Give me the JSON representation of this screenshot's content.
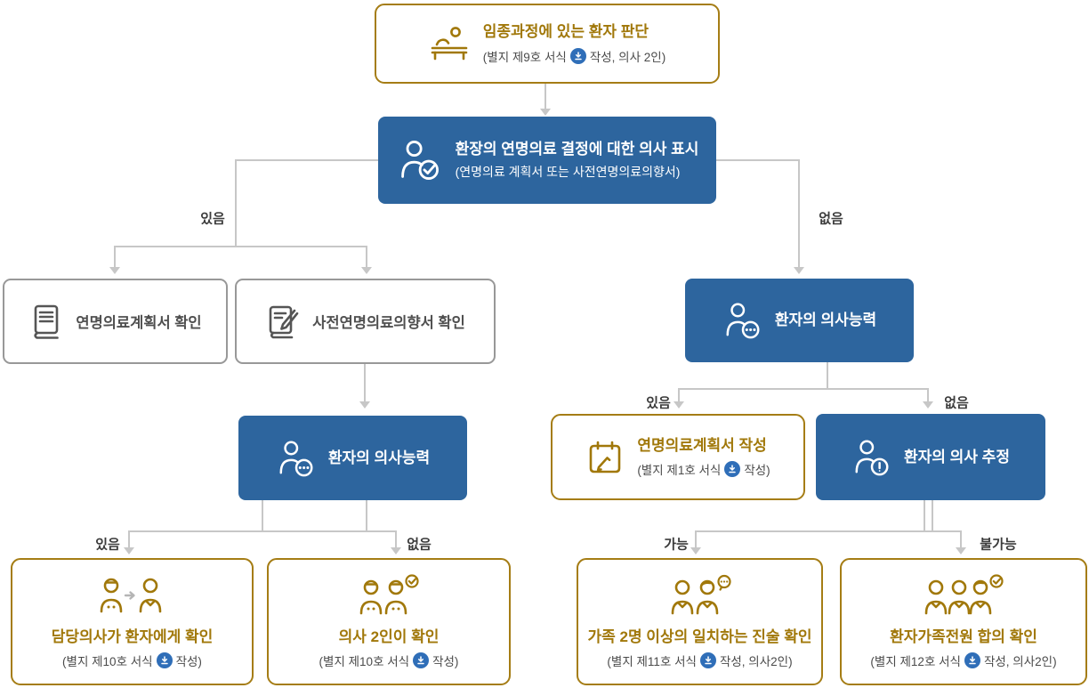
{
  "colors": {
    "blue": "#2d659e",
    "gold": "#a57d15",
    "gold_text": "#a1780a",
    "gray_border": "#989898",
    "connector": "#c7c7c7",
    "download_badge": "#2f6eb8",
    "label_text": "#3c3c3c"
  },
  "nodes": {
    "judge": {
      "title": "임종과정에 있는 환자 판단",
      "sub_before": "(별지 제9호 서식",
      "sub_after": "작성, 의사 2인)"
    },
    "intent": {
      "title": "환장의 연명의료 결정에 대한 의사 표시",
      "sub": "(연명의료 계획서 또는 사전연명의료의향서)"
    },
    "plan_check": {
      "title": "연명의료계획서 확인"
    },
    "advance_check": {
      "title": "사전연명의료의향서 확인"
    },
    "capacity_left": {
      "title": "환자의 의사능력"
    },
    "capacity_right": {
      "title": "환자의 의사능력"
    },
    "plan_write": {
      "title": "연명의료계획서 작성",
      "sub_before": "(별지 제1호 서식",
      "sub_after": "작성)"
    },
    "estimate": {
      "title": "환자의 의사 추정"
    },
    "doctor_confirm": {
      "title": "담당의사가 환자에게 확인",
      "sub_before": "(별지 제10호 서식",
      "sub_after": "작성)"
    },
    "two_doctors": {
      "title": "의사 2인이 확인",
      "sub_before": "(별지 제10호 서식",
      "sub_after": "작성)"
    },
    "family_two": {
      "title": "가족 2명 이상의 일치하는 진술 확인",
      "sub_before": "(별지 제11호 서식",
      "sub_after": "작성, 의사2인)"
    },
    "family_all": {
      "title": "환자가족전원 합의 확인",
      "sub_before": "(별지 제12호 서식",
      "sub_after": "작성, 의사2인)"
    }
  },
  "edge_labels": {
    "intent_yes": "있음",
    "intent_no": "없음",
    "capacity_left_yes": "있음",
    "capacity_left_no": "없음",
    "capacity_right_yes": "있음",
    "capacity_right_no": "없음",
    "estimate_possible": "가능",
    "estimate_impossible": "불가능"
  }
}
